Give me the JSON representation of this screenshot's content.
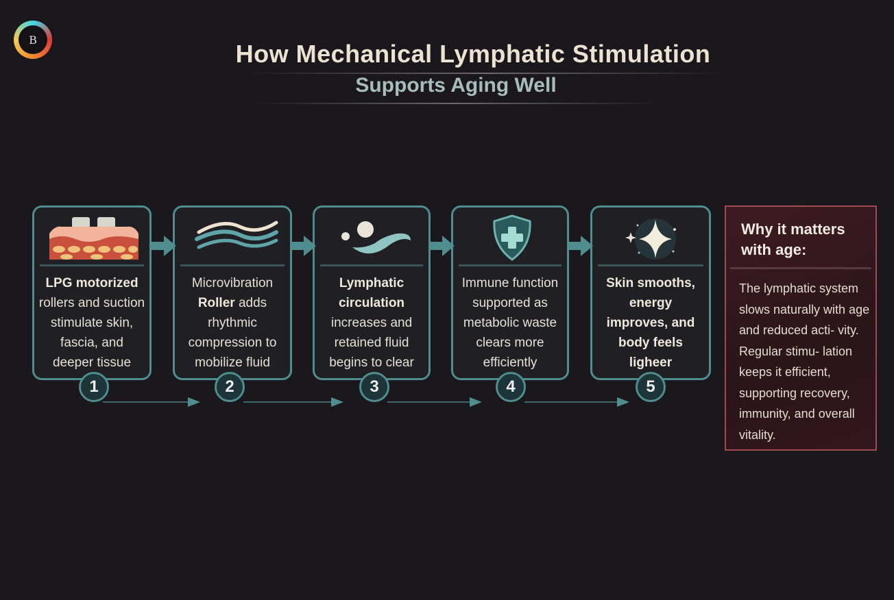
{
  "logo": {
    "letter": "B"
  },
  "header": {
    "title": "How Mechanical Lymphatic Stimulation",
    "subtitle": "Supports Aging Well"
  },
  "steps": [
    {
      "number": "1",
      "icon": "skin-layers-icon",
      "bold": "LPG motorized",
      "text": "rollers and suction stimulate skin, fascia, and deeper tissue"
    },
    {
      "number": "2",
      "icon": "waves-icon",
      "pre": "Microvibration",
      "bold": "Roller",
      "text": "adds rhythmic compression to mobilize fluid"
    },
    {
      "number": "3",
      "icon": "fluid-drops-icon",
      "bold": "Lymphatic circulation",
      "text": "increases and retained fluid begins to clear"
    },
    {
      "number": "4",
      "icon": "shield-cross-icon",
      "bold": "",
      "text": "Immune function supported as metabolic waste clears more efficiently"
    },
    {
      "number": "5",
      "icon": "sparkle-icon",
      "bold": "Skin smooths, energy improves, and body feels ligheer",
      "text": ""
    }
  ],
  "side": {
    "title": "Why it matters with age:",
    "body": "The lymphatic system slows naturally with age and reduced acti- vity. Regular stimu- lation keeps it efficient, supporting recovery, immunity, and overall vitality."
  },
  "colors": {
    "teal": "#4f8d8f",
    "accent_red": "#a04a50",
    "background": "#1b181d"
  }
}
